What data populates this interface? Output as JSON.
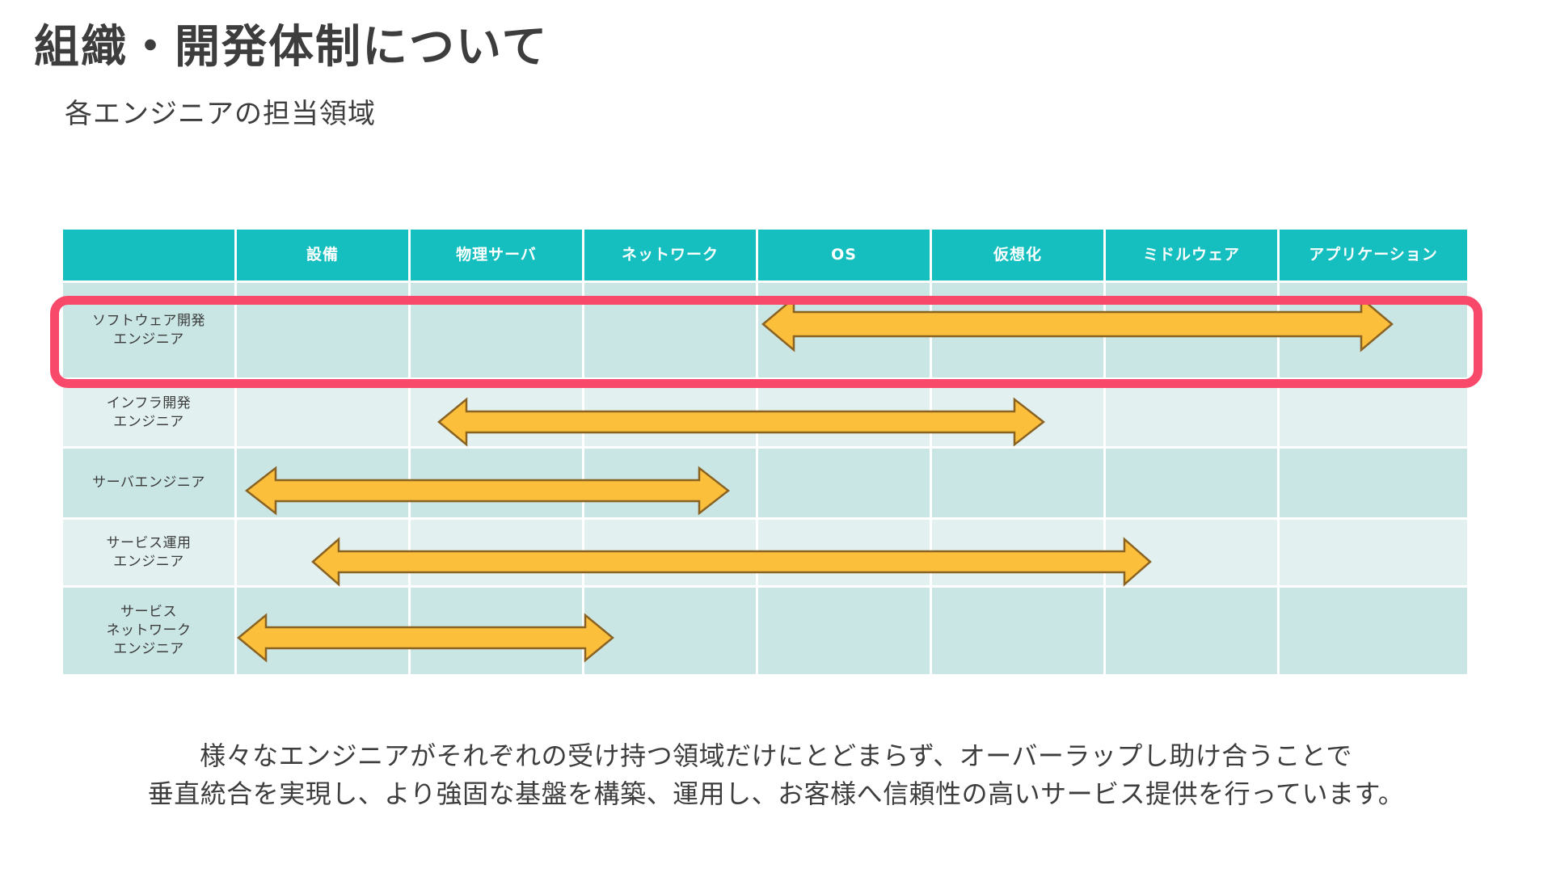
{
  "slide": {
    "title": "組織・開発体制について",
    "subtitle": "各エンジニアの担当領域"
  },
  "colors": {
    "header_teal": "#16bfbf",
    "band_dark": "#c9e5e4",
    "band_light": "#e2f1f0",
    "arrow_fill": "#fbbf3c",
    "arrow_stroke": "#8a6322",
    "highlight_pink": "#f8496b",
    "text": "#3d3d3d"
  },
  "table": {
    "corner_label": "",
    "columns": [
      "設備",
      "物理サーバ",
      "ネットワーク",
      "OS",
      "仮想化",
      "ミドルウェア",
      "アプリケーション"
    ],
    "rows": [
      {
        "label": "ソフトウェア開発\nエンジニア",
        "label_line1": "ソフトウェア開発",
        "label_line2": "エンジニア",
        "highlighted": true,
        "span_from": "OS",
        "span_to": "アプリケーション"
      },
      {
        "label": "インフラ開発\nエンジニア",
        "label_line1": "インフラ開発",
        "label_line2": "エンジニア",
        "highlighted": false,
        "span_from": "物理サーバ",
        "span_to": "仮想化"
      },
      {
        "label": "サーバエンジニア",
        "label_line1": "サーバエンジニア",
        "label_line2": "",
        "highlighted": false,
        "span_from": "設備",
        "span_to": "OS"
      },
      {
        "label": "サービス運用\nエンジニア",
        "label_line1": "サービス運用",
        "label_line2": "エンジニア",
        "highlighted": false,
        "span_from": "物理サーバ",
        "span_to": "ミドルウェア"
      },
      {
        "label": "サービス\nネットワーク\nエンジニア",
        "label_line1": "サービス",
        "label_line2": "ネットワーク",
        "label_line3": "エンジニア",
        "highlighted": false,
        "span_from": "設備",
        "span_to": "ネットワーク"
      }
    ]
  },
  "footer": {
    "line1": "様々なエンジニアがそれぞれの受け持つ領域だけにとどまらず、オーバーラップし助け合うことで",
    "line2": "垂直統合を実現し、より強固な基盤を構築、運用し、お客様へ信頼性の高いサービス提供を行っています。"
  }
}
